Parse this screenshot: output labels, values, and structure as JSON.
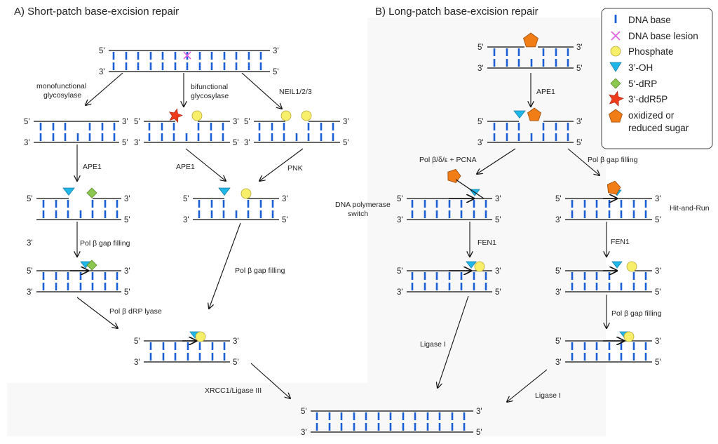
{
  "panels": {
    "a_title": "A) Short-patch base-excision repair",
    "b_title": "B) Long-patch base-excision repair"
  },
  "colors": {
    "base": "#1a5fd6",
    "strand": "#333333",
    "lesion": "#e060e0",
    "phosphate": "#f7ef6a",
    "oh": "#1fb6e8",
    "drp": "#8cc850",
    "ddr5p": "#ee3b1c",
    "sugar": "#f07d16",
    "panel_bg": "#f8f8f8"
  },
  "legend": {
    "items": [
      {
        "icon": "dna-base",
        "label": "DNA base"
      },
      {
        "icon": "lesion",
        "label": "DNA base lesion"
      },
      {
        "icon": "phosphate",
        "label": "Phosphate"
      },
      {
        "icon": "3-oh",
        "label": "3’-OH"
      },
      {
        "icon": "5-drp",
        "label": "5‘-dRP"
      },
      {
        "icon": "3-ddr5p",
        "label": "3‘-ddR5P"
      },
      {
        "icon": "sugar",
        "label": "oxidized or",
        "label2": "reduced sugar"
      }
    ]
  },
  "labels": {
    "five": "5'",
    "three": "3'",
    "mono_1": "monofunctional",
    "mono_2": "glycosylase",
    "bi_1": "bifunctional",
    "bi_2": "glycosylase",
    "neil": "NEIL1/2/3",
    "ape1_a": "APE1",
    "ape1_b": "APE1",
    "pnk": "PNK",
    "polb_gap_a1": "Pol β gap filling",
    "polb_gap_a2": "Pol β gap filling",
    "stray_3": "3'",
    "polb_drp": "Pol β dRP lyase",
    "xrcc1": "XRCC1/Ligase III",
    "ape1_lp": "APE1",
    "pol_bde": "Pol β/δ/ε + PCNA",
    "polb_gap_lp": "Pol β gap filling",
    "dna_switch_1": "DNA polymerase",
    "dna_switch_2": "switch",
    "hit_run": "Hit-and-Run",
    "fen1_a": "FEN1",
    "fen1_b": "FEN1",
    "polb_gap_lp2": "Pol β gap filling",
    "ligase1_a": "Ligase I",
    "ligase1_b": "Ligase I"
  }
}
